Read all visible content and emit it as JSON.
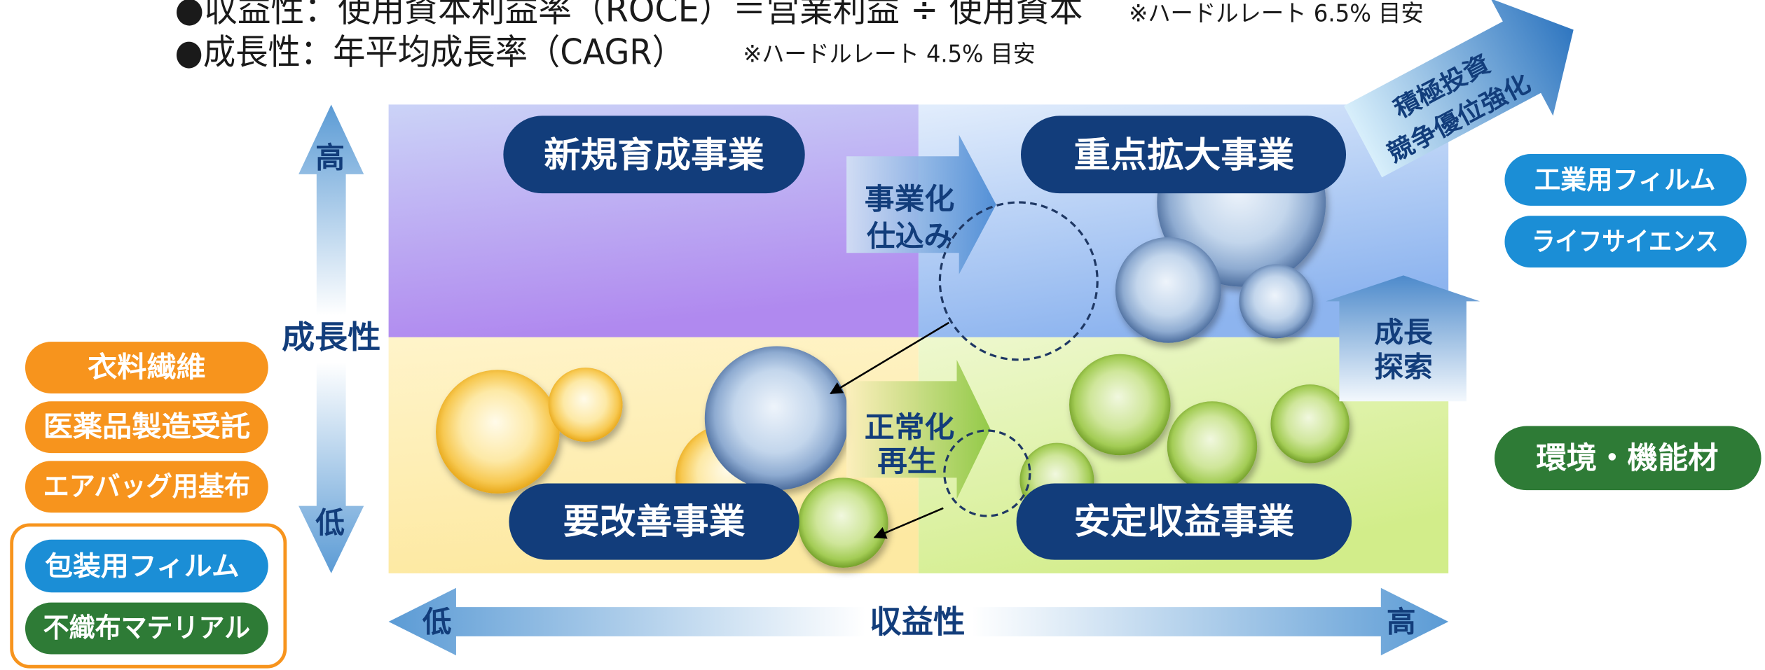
{
  "header": {
    "roce_line": "●収益性：使用資本利益率（ROCE）＝営業利益 ÷ 使用資本",
    "roce_note": "※ハードルレート 6.5% 目安",
    "cagr_line": "●成長性：年平均成長率（CAGR）",
    "cagr_note": "※ハードルレート 4.5% 目安"
  },
  "matrix": {
    "y_axis": {
      "label": "成長性",
      "high": "高",
      "low": "低"
    },
    "x_axis": {
      "label": "収益性",
      "high": "高",
      "low": "低"
    },
    "quadrants": {
      "top_left": "新規育成事業",
      "top_right": "重点拡大事業",
      "bottom_left": "要改善事業",
      "bottom_right": "安定収益事業"
    },
    "moves": {
      "incubate": [
        "事業化",
        "仕込み"
      ],
      "normalize": [
        "正常化",
        "再生"
      ],
      "explore_growth": [
        "成長",
        "探索"
      ],
      "invest": [
        "積極投資",
        "競争優位強化"
      ]
    }
  },
  "segments": {
    "left": [
      {
        "label": "衣料繊維",
        "color": "#f7941d"
      },
      {
        "label": "医薬品製造受託",
        "color": "#f7941d"
      },
      {
        "label": "エアバッグ用基布",
        "color": "#f7941d"
      }
    ],
    "left_group": [
      {
        "label": "包装用フィルム",
        "color": "#1b8ed6"
      },
      {
        "label": "不織布マテリアル",
        "color": "#2e7b36"
      }
    ],
    "right": [
      {
        "label": "工業用フィルム",
        "color": "#1b8ed6"
      },
      {
        "label": "ライフサイエンス",
        "color": "#1b8ed6"
      },
      {
        "label": "環境・機能材",
        "color": "#2e7b36"
      }
    ]
  },
  "colors": {
    "label_navy": "#123d7b",
    "axis_blue": "#5b9bd5",
    "group_outline": "#f7941d"
  }
}
